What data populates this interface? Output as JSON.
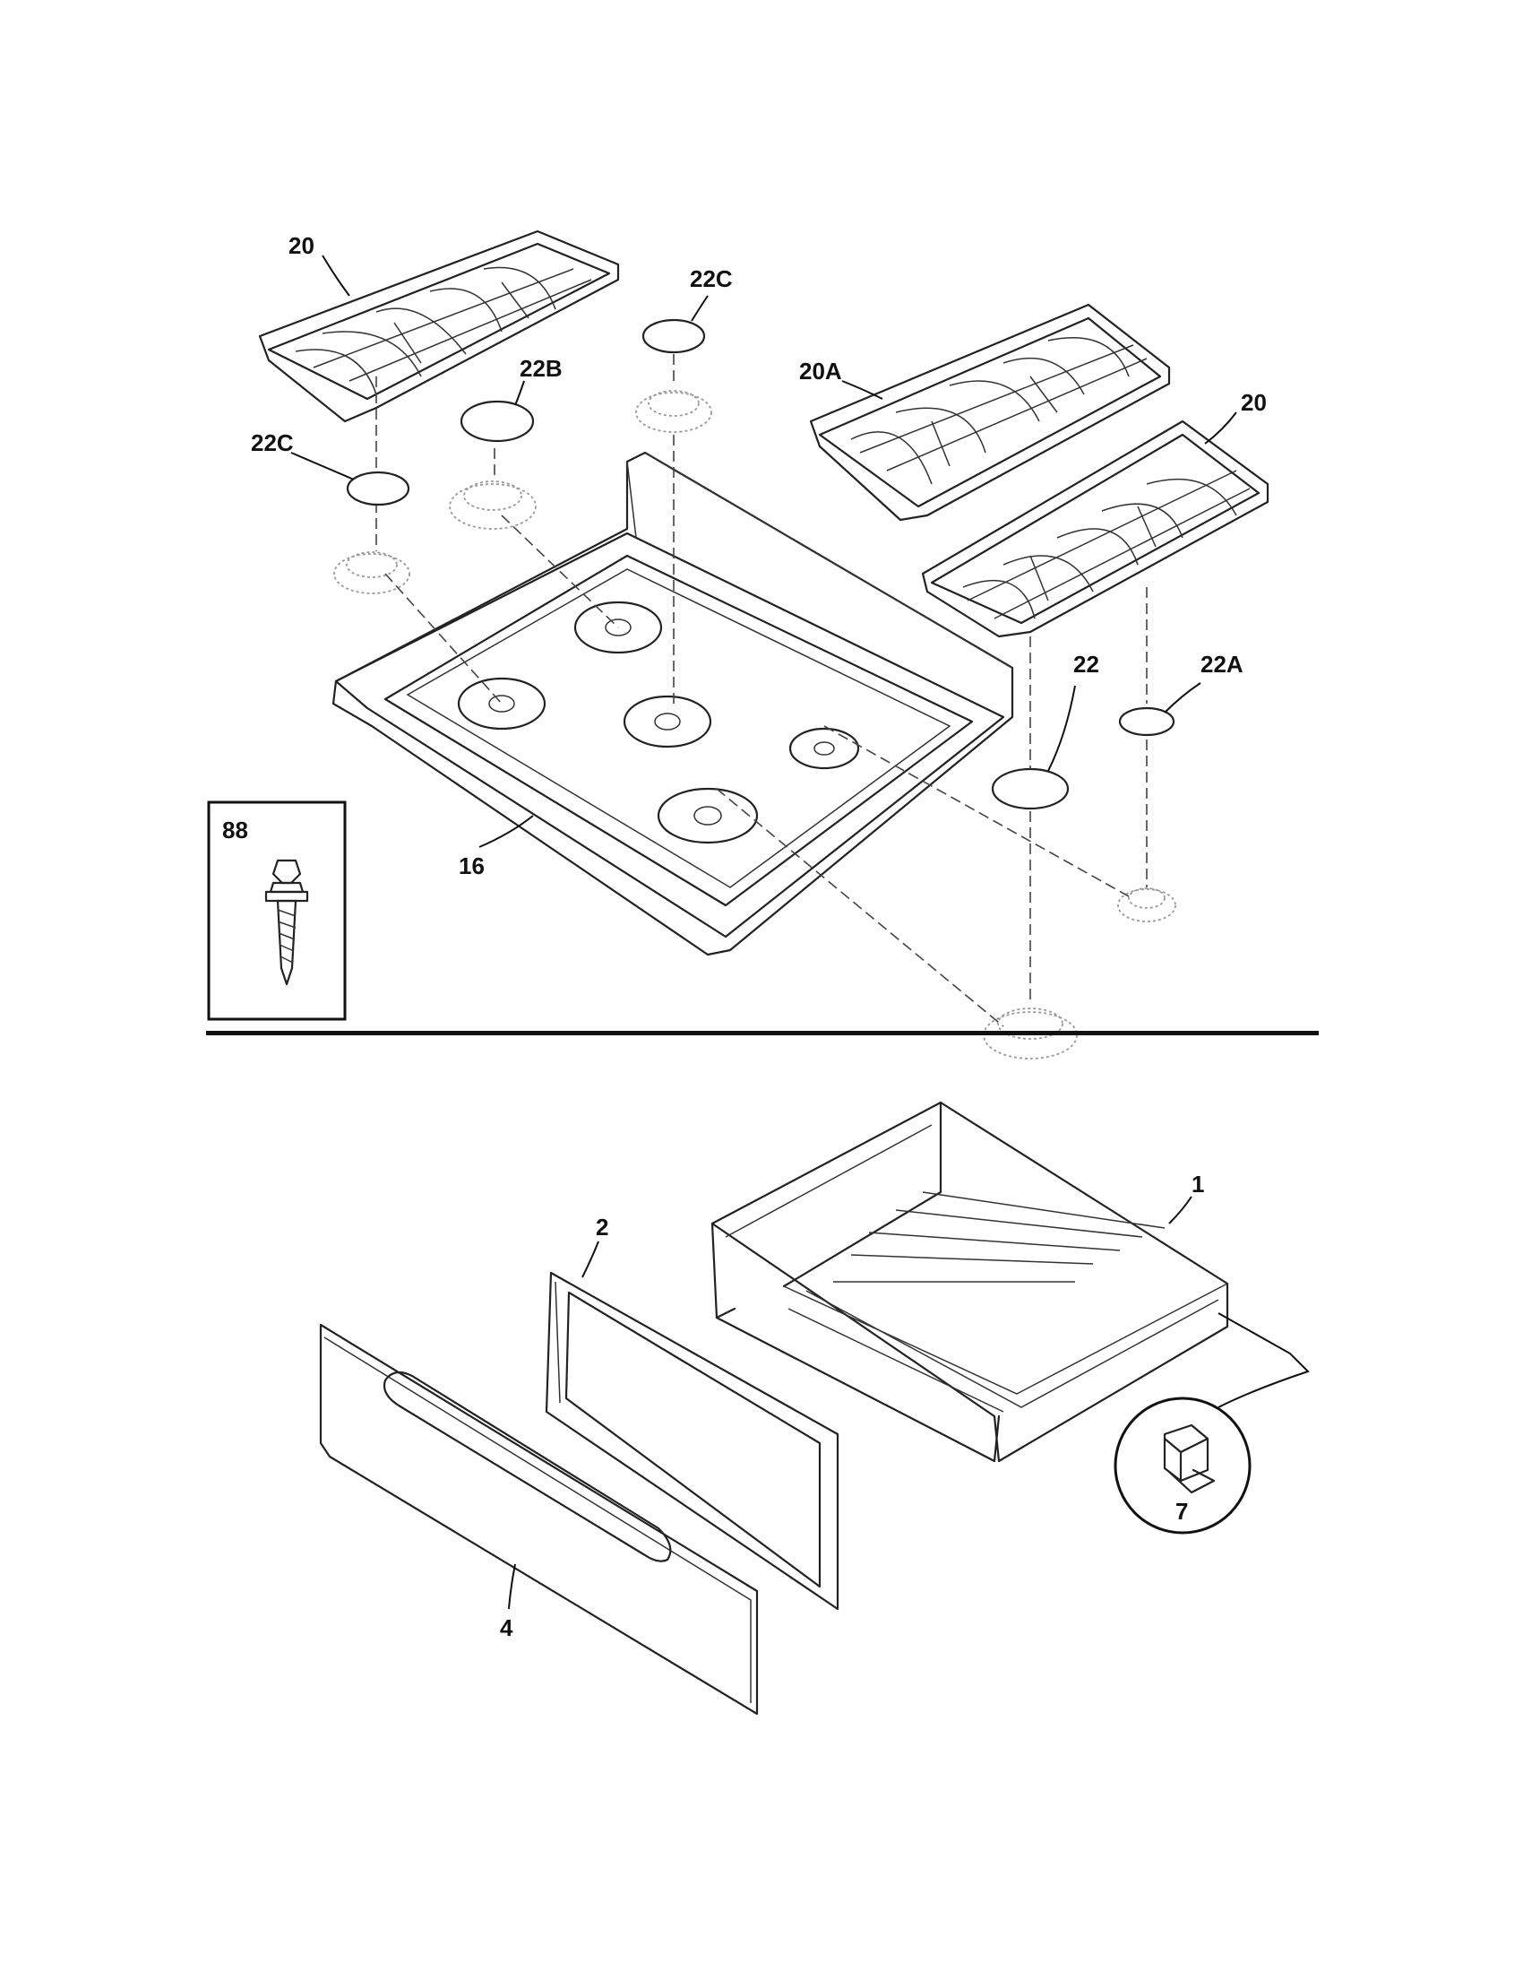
{
  "callouts": {
    "grate_left": "20",
    "grate_right": "20",
    "grate_center": "20A",
    "cap_top_center": "22C",
    "cap_left": "22C",
    "cap_mid": "22B",
    "cap_large": "22",
    "cap_small": "22A",
    "cooktop": "16",
    "stud": "88",
    "drawer_body": "1",
    "drawer_liner": "2",
    "drawer_front": "4",
    "drawer_clip": "7"
  }
}
